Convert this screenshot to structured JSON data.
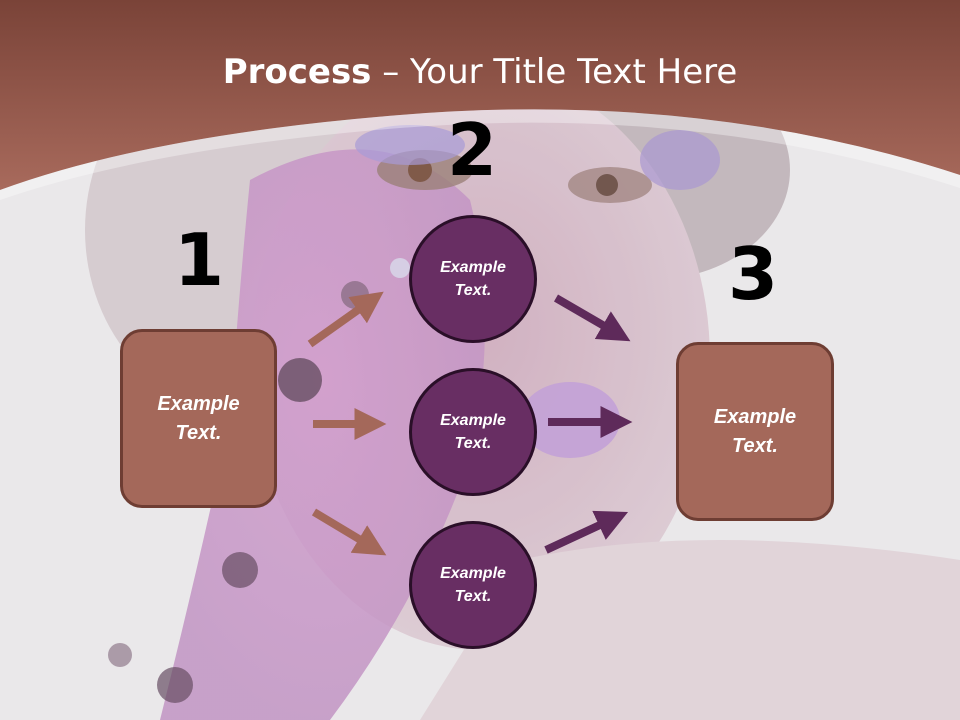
{
  "slide": {
    "title_bold": "Process",
    "title_rest": " – Your Title Text Here"
  },
  "steps": {
    "n1": "1",
    "n2": "2",
    "n3": "3"
  },
  "boxes": {
    "left": "Example\nText.",
    "right": "Example\nText."
  },
  "circles": {
    "top": "Example\nText.",
    "middle": "Example\nText.",
    "bottom": "Example\nText."
  },
  "colors": {
    "header": "#9e5b4e",
    "box_fill": "#a4685a",
    "circle_fill": "#682e63",
    "arrow_left": "#a4685a",
    "arrow_right": "#5e2a5a"
  }
}
